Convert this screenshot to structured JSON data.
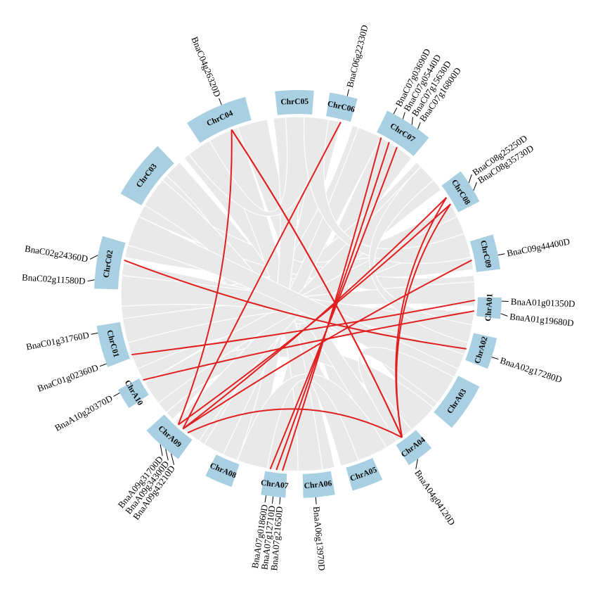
{
  "colors": {
    "chromosome": "#a8d0e2",
    "background_links": "#e9e9e9",
    "highlight_links": "#e02020",
    "leader_line": "#000000"
  },
  "chromosomes": [
    {
      "id": "ChrA01",
      "label": "ChrA01"
    },
    {
      "id": "ChrA02",
      "label": "ChrA02"
    },
    {
      "id": "ChrA03",
      "label": "ChrA03"
    },
    {
      "id": "ChrA04",
      "label": "ChrA04"
    },
    {
      "id": "ChrA05",
      "label": "ChrA05"
    },
    {
      "id": "ChrA06",
      "label": "ChrA06"
    },
    {
      "id": "ChrA07",
      "label": "ChrA07"
    },
    {
      "id": "ChrA08",
      "label": "ChrA08"
    },
    {
      "id": "ChrA09",
      "label": "ChrA09"
    },
    {
      "id": "ChrA10",
      "label": "ChrA10"
    },
    {
      "id": "ChrC01",
      "label": "ChrC01"
    },
    {
      "id": "ChrC02",
      "label": "ChrC02"
    },
    {
      "id": "ChrC03",
      "label": "ChrC03"
    },
    {
      "id": "ChrC04",
      "label": "ChrC04"
    },
    {
      "id": "ChrC05",
      "label": "ChrC05"
    },
    {
      "id": "ChrC06",
      "label": "ChrC06"
    },
    {
      "id": "ChrC07",
      "label": "ChrC07"
    },
    {
      "id": "ChrC08",
      "label": "ChrC08"
    },
    {
      "id": "ChrC09",
      "label": "ChrC09"
    }
  ],
  "genes": [
    {
      "id": "g1",
      "label": "BnaA01g01350D",
      "chromosome": "ChrA01"
    },
    {
      "id": "g2",
      "label": "BnaA01g19680D",
      "chromosome": "ChrA01"
    },
    {
      "id": "g3",
      "label": "BnaA02g17280D",
      "chromosome": "ChrA02"
    },
    {
      "id": "g4",
      "label": "BnaA04g04120D",
      "chromosome": "ChrA04"
    },
    {
      "id": "g5",
      "label": "BnaA06g13970D",
      "chromosome": "ChrA06"
    },
    {
      "id": "g6",
      "label": "BnaA07g01860D",
      "chromosome": "ChrA07"
    },
    {
      "id": "g7",
      "label": "BnaA07g12710D",
      "chromosome": "ChrA07"
    },
    {
      "id": "g8",
      "label": "BnaA07g21650D",
      "chromosome": "ChrA07"
    },
    {
      "id": "g9",
      "label": "BnaA09g31700D",
      "chromosome": "ChrA09"
    },
    {
      "id": "g10",
      "label": "BnaA09g34300D",
      "chromosome": "ChrA09"
    },
    {
      "id": "g11",
      "label": "BnaA09g43210D",
      "chromosome": "ChrA09"
    },
    {
      "id": "g12",
      "label": "BnaA10g20370D",
      "chromosome": "ChrA10"
    },
    {
      "id": "g13",
      "label": "BnaC01g02360D",
      "chromosome": "ChrC01"
    },
    {
      "id": "g14",
      "label": "BnaC01g31760D",
      "chromosome": "ChrC01"
    },
    {
      "id": "g15",
      "label": "BnaC02g11580D",
      "chromosome": "ChrC02"
    },
    {
      "id": "g16",
      "label": "BnaC02g24360D",
      "chromosome": "ChrC02"
    },
    {
      "id": "g17",
      "label": "BnaC04g26320D",
      "chromosome": "ChrC04"
    },
    {
      "id": "g18",
      "label": "BnaC06g22330D",
      "chromosome": "ChrC06"
    },
    {
      "id": "g19",
      "label": "BnaC07g03690D",
      "chromosome": "ChrC07"
    },
    {
      "id": "g20",
      "label": "BnaC07g05440D",
      "chromosome": "ChrC07"
    },
    {
      "id": "g21",
      "label": "BnaC07g15630D",
      "chromosome": "ChrC07"
    },
    {
      "id": "g22",
      "label": "BnaC07g16800D",
      "chromosome": "ChrC07"
    },
    {
      "id": "g23",
      "label": "BnaC08g25250D",
      "chromosome": "ChrC08"
    },
    {
      "id": "g24",
      "label": "BnaC08g35730D",
      "chromosome": "ChrC08"
    },
    {
      "id": "g25",
      "label": "BnaC09g44400D",
      "chromosome": "ChrC09"
    }
  ],
  "highlighted_links": [
    [
      "g17",
      "g4"
    ],
    [
      "g17",
      "g9"
    ],
    [
      "g17",
      "g4"
    ],
    [
      "g18",
      "g10"
    ],
    [
      "g19",
      "g8"
    ],
    [
      "g20",
      "g7"
    ],
    [
      "g21",
      "g6"
    ],
    [
      "g23",
      "g10"
    ],
    [
      "g23",
      "g4"
    ],
    [
      "g24",
      "g9"
    ],
    [
      "g24",
      "g4"
    ],
    [
      "g25",
      "g10"
    ],
    [
      "g1",
      "g13"
    ],
    [
      "g2",
      "g12"
    ],
    [
      "g16",
      "g3"
    ],
    [
      "g11",
      "g4"
    ]
  ]
}
